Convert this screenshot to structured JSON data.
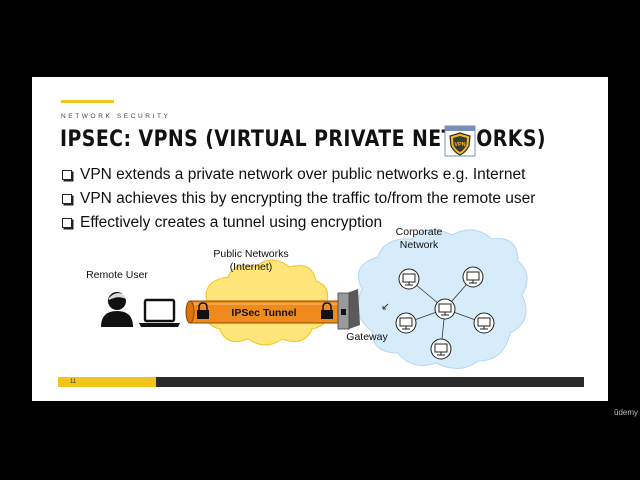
{
  "slide": {
    "kicker": "NETWORK SECURITY",
    "title": "IPSEC: VPNS (VIRTUAL PRIVATE NETWORKS)",
    "title_icon": "vpn-shield-icon",
    "title_icon_text": "VPN",
    "bullets": [
      "VPN extends a private network over public networks e.g. Internet",
      "VPN achieves this by encrypting the traffic to/from the remote user",
      "Effectively creates a tunnel using encryption"
    ],
    "diagram": {
      "remote_user_label": "Remote User",
      "public_networks_line1": "Public Networks",
      "public_networks_line2": "(Internet)",
      "tunnel_label": "IPSec Tunnel",
      "gateway_label": "Gateway",
      "corporate_line1": "Corporate",
      "corporate_line2": "Network"
    },
    "page_number": "11",
    "colors": {
      "accent": "#f2c318",
      "tunnel": "#f08a1c",
      "cloud_yellow": "#ffe57a",
      "cloud_blue": "#d6ecfb"
    }
  },
  "watermark": "ûdemy"
}
